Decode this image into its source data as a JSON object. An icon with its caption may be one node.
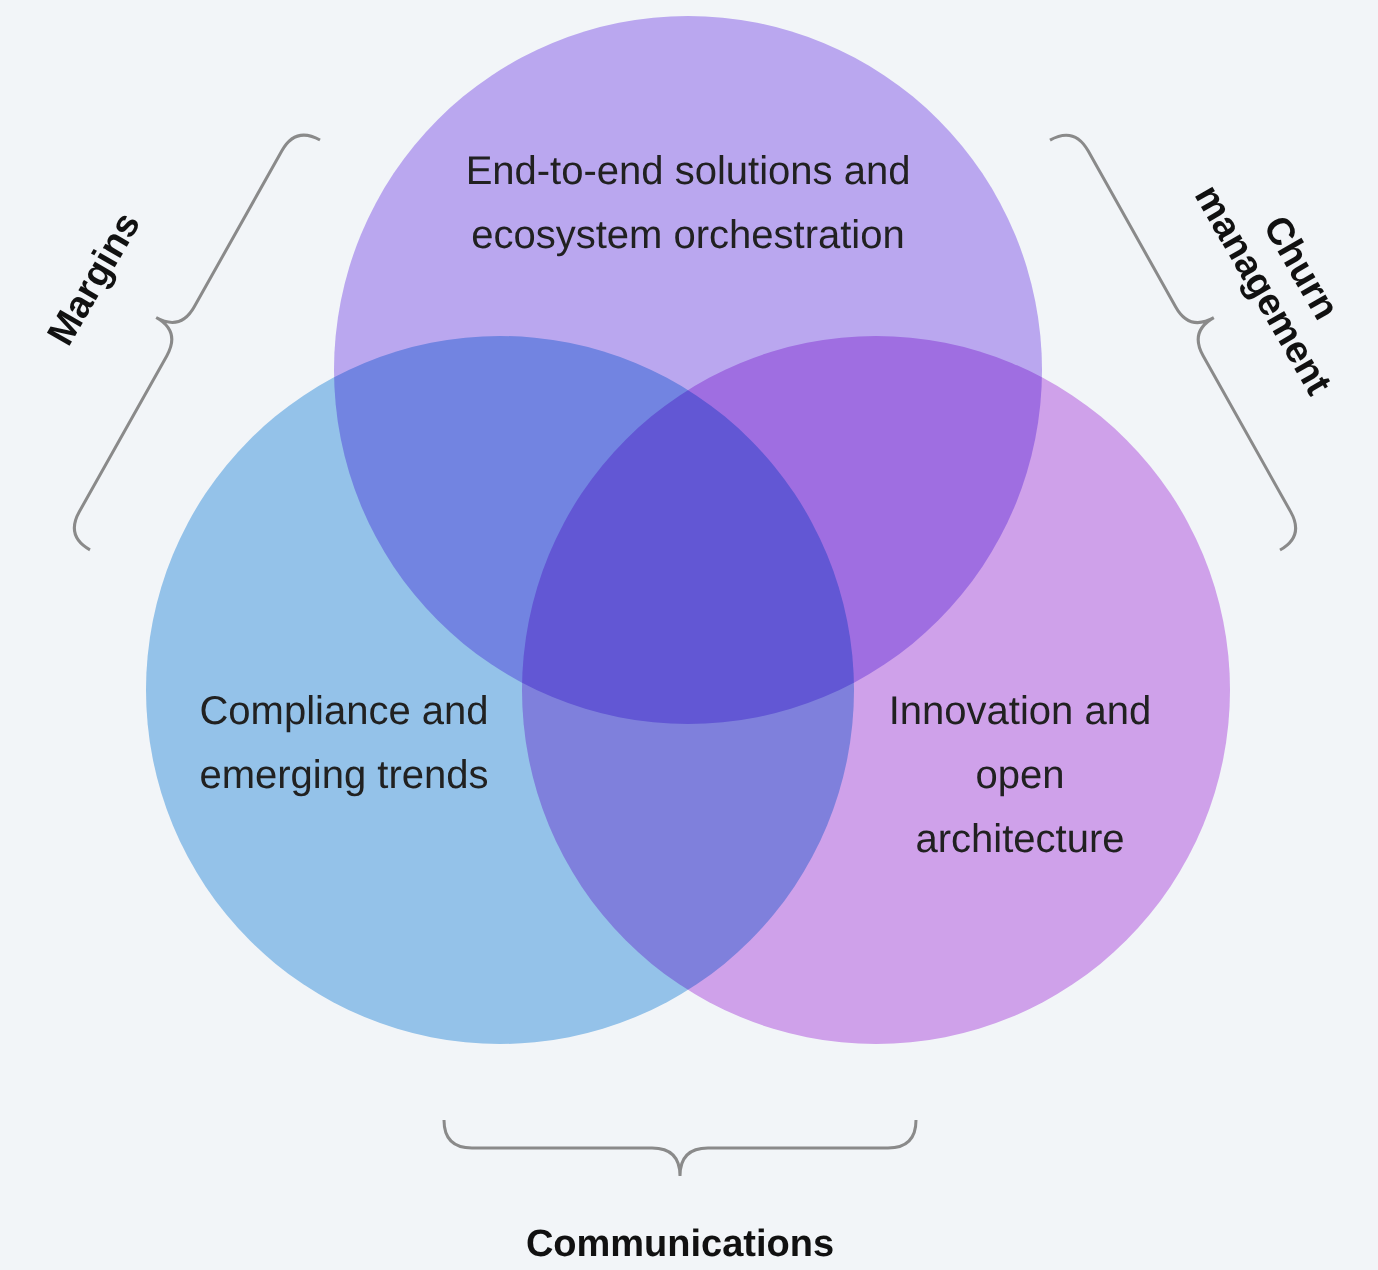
{
  "diagram": {
    "nodes": [
      {
        "text": [
          "End-to-end solutions and ecosystem orchestration"
        ]
      },
      {
        "text": [
          "Compliance and emerging trends"
        ]
      },
      {
        "text": [
          "Innovation and open architecture"
        ]
      }
    ],
    "labels": [
      "Margins",
      "Churn management",
      "Communications"
    ]
  }
}
